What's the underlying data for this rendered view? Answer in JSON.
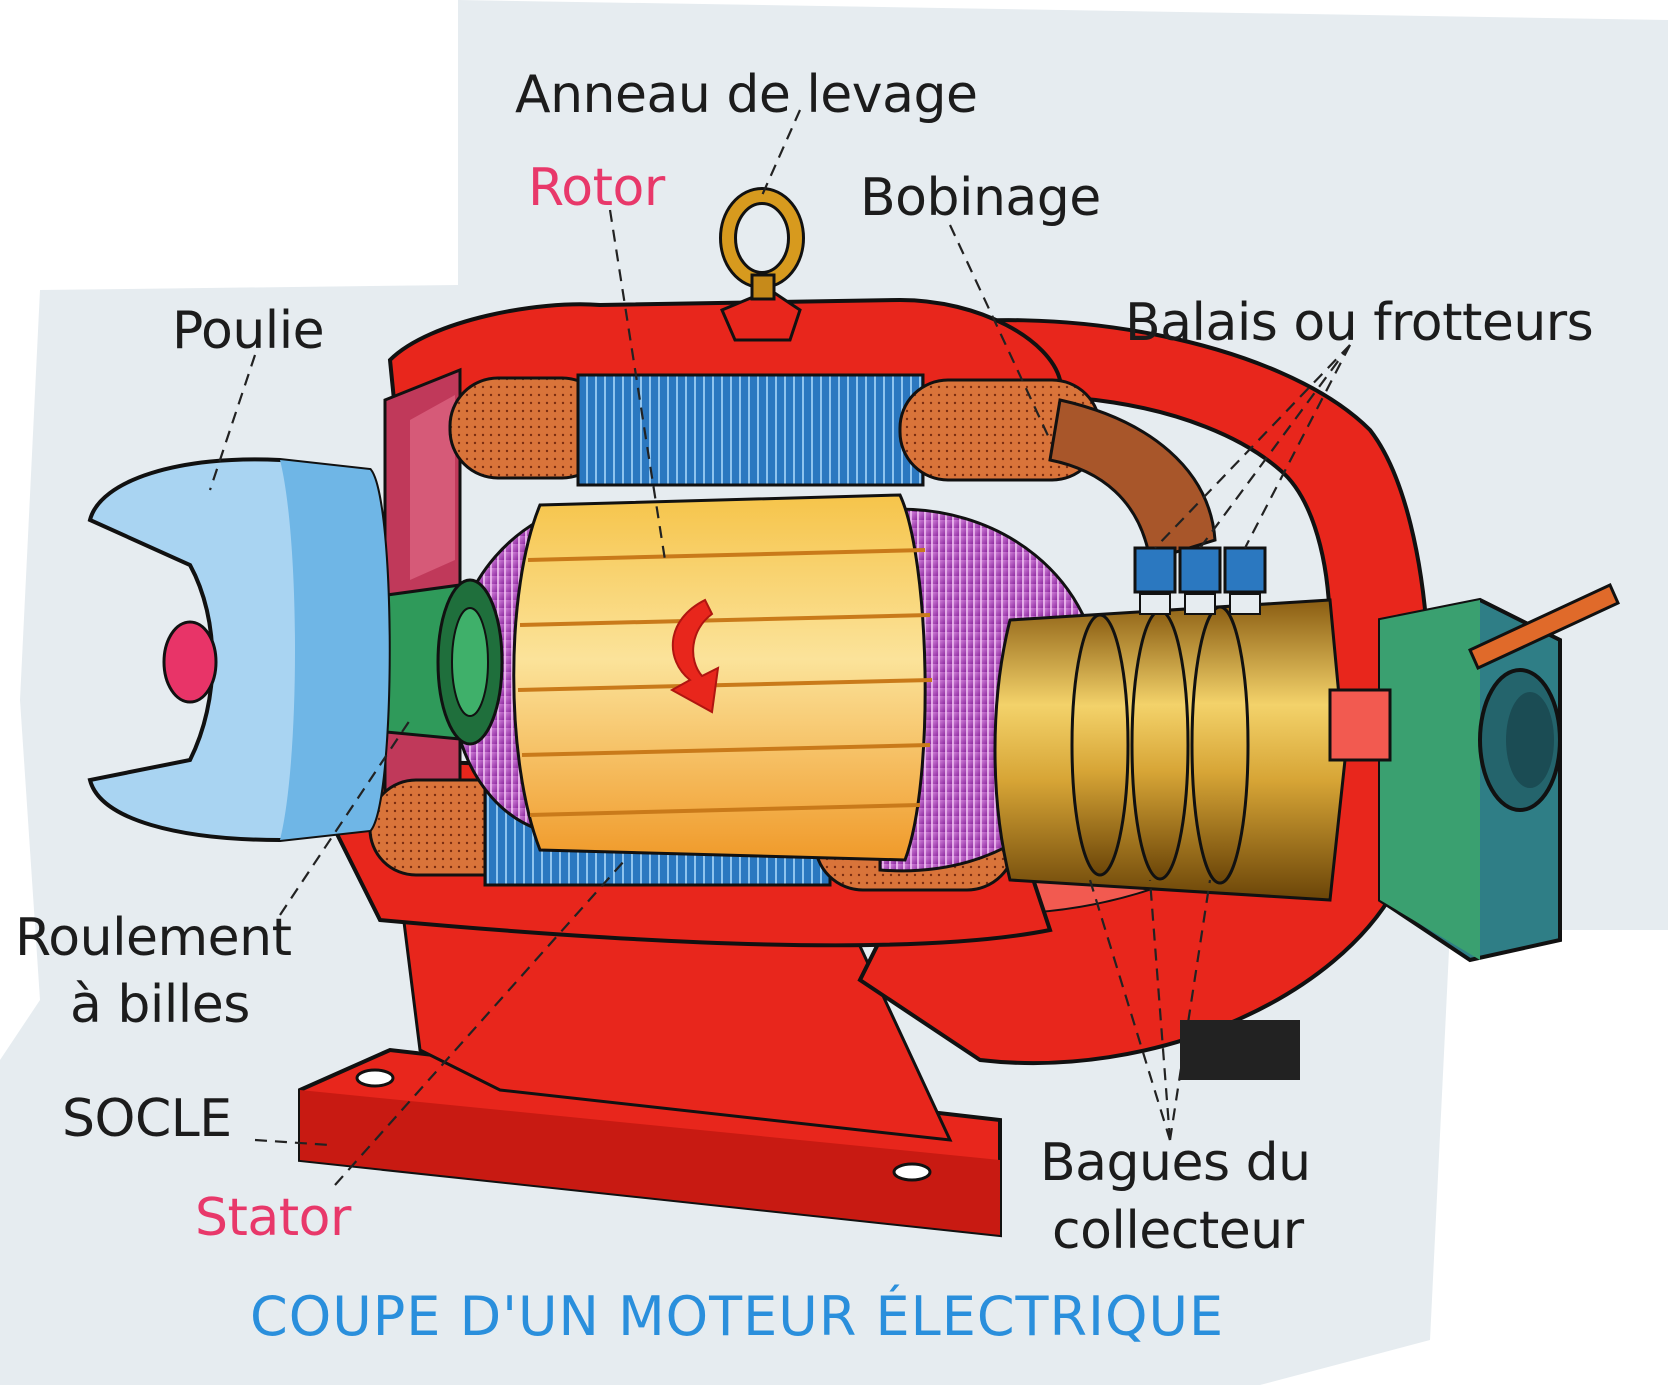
{
  "labels": {
    "anneau_de_levage": "Anneau de levage",
    "rotor": "Rotor",
    "bobinage": "Bobinage",
    "poulie": "Poulie",
    "balais_ou_frotteurs": "Balais ou frotteurs",
    "roulement_line1": "Roulement",
    "roulement_line2": "à billes",
    "socle": "SOCLE",
    "stator": "Stator",
    "bagues_line1": "Bagues du",
    "bagues_line2": "collecteur"
  },
  "title": "COUPE D'UN MOTEUR ÉLECTRIQUE",
  "colors": {
    "background_card": "#e6ecf0",
    "frame_red": "#e8261c",
    "stator_coil": "#d9743a",
    "laminations_blue": "#2b78c0",
    "rotor_yellow": "#f2b43a",
    "winding_purple": "#b03cc0",
    "collector_gold": "#c89a2a",
    "pulley_blue": "#a9d4f2",
    "bearing_green": "#2f9a5a",
    "terminal_box_green": "#3aa070",
    "label_red": "#e8386a",
    "title_blue": "#2a8fdc"
  }
}
